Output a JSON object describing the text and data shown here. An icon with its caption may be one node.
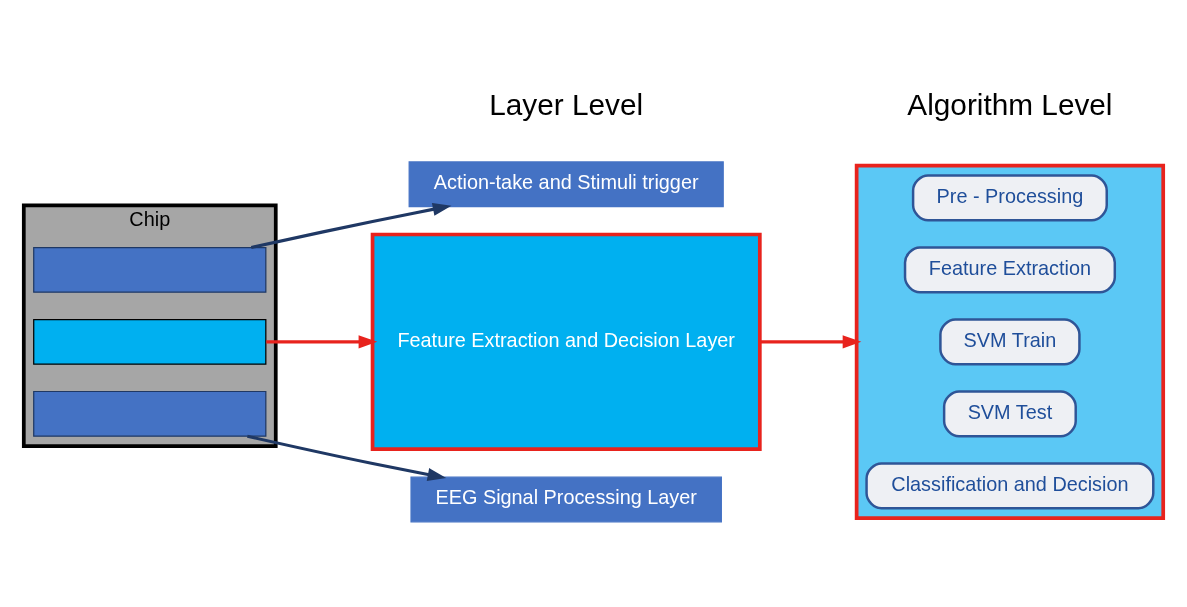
{
  "diagram": {
    "nodes": [
      {
        "text": [
          "Chip"
        ]
      },
      {
        "text": [],
        "shape": "box",
        "in": 0
      },
      {
        "text": [],
        "shape": "box",
        "in": 0
      },
      {
        "text": [],
        "shape": "box",
        "in": 0
      },
      {
        "text": [
          "Action-take and Stimuli trigger"
        ]
      },
      {
        "text": [
          "Feature Extraction and Decision Layer"
        ]
      },
      {
        "text": [
          "EEG Signal Processing Layer"
        ]
      },
      {
        "text": [],
        "shape": "box"
      },
      {
        "text": [
          "Pre - Processing"
        ],
        "in": 7
      },
      {
        "text": [
          "Feature Extraction"
        ],
        "in": 7
      },
      {
        "text": [
          "SVM Train"
        ],
        "in": 7
      },
      {
        "text": [
          "SVM Test"
        ],
        "in": 7
      },
      {
        "text": [
          "Classification and Decision"
        ],
        "in": 7
      }
    ],
    "edges": [
      {
        "from": 1,
        "to": 4,
        "arrow": "to",
        "color": "#1f3864"
      },
      {
        "from": 2,
        "to": 5,
        "arrow": "to",
        "color": "#e8231d"
      },
      {
        "from": 3,
        "to": 6,
        "arrow": "to",
        "color": "#1f3864"
      },
      {
        "from": 5,
        "to": 7,
        "arrow": "to",
        "color": "#e8231d"
      }
    ],
    "labels": [
      "Layer Level",
      "Algorithm Level"
    ]
  }
}
